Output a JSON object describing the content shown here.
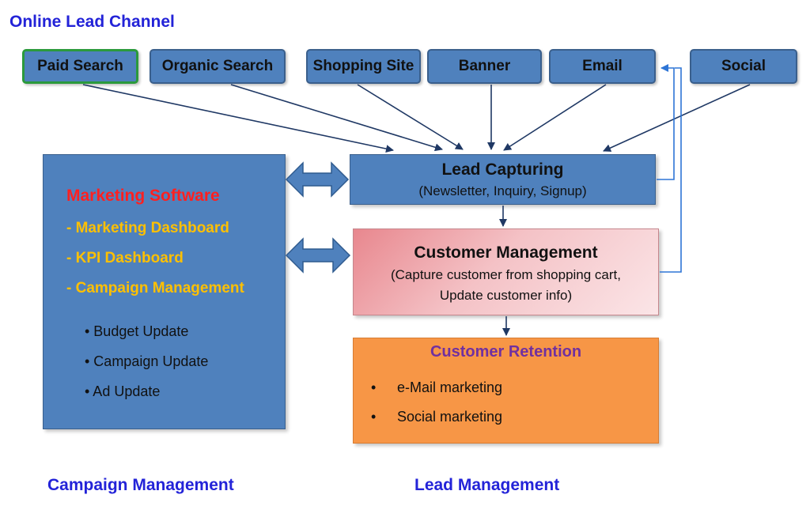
{
  "header": {
    "title": "Online Lead Channel"
  },
  "channels": [
    {
      "id": "paid-search",
      "label": "Paid Search",
      "selected": true
    },
    {
      "id": "organic-search",
      "label": "Organic Search"
    },
    {
      "id": "shopping-site",
      "label": "Shopping Site"
    },
    {
      "id": "banner",
      "label": "Banner"
    },
    {
      "id": "email",
      "label": "Email"
    },
    {
      "id": "social",
      "label": "Social"
    }
  ],
  "marketing_software": {
    "title": "Marketing Software",
    "items": [
      "- Marketing Dashboard",
      "- KPI Dashboard",
      "- Campaign Management"
    ],
    "sub_items": [
      "• Budget Update",
      "• Campaign Update",
      "• Ad Update"
    ]
  },
  "lead_capturing": {
    "title": "Lead Capturing",
    "subtitle": "(Newsletter, Inquiry, Signup)"
  },
  "customer_management": {
    "title": "Customer Management",
    "line1": "(Capture customer from shopping cart,",
    "line2": "Update customer info)"
  },
  "customer_retention": {
    "title": "Customer Retention",
    "bullet": "•",
    "items": [
      "e-Mail marketing",
      "Social marketing"
    ]
  },
  "footer": {
    "left": "Campaign Management",
    "right": "Lead Management"
  },
  "colors": {
    "channel_fill": "#4f81bd",
    "selected_border": "#2b9a3c",
    "arrow": "#1f3864",
    "feedback_arrow": "#2e75d6",
    "retention_fill": "#f79646",
    "title_blue": "#2323d8"
  }
}
